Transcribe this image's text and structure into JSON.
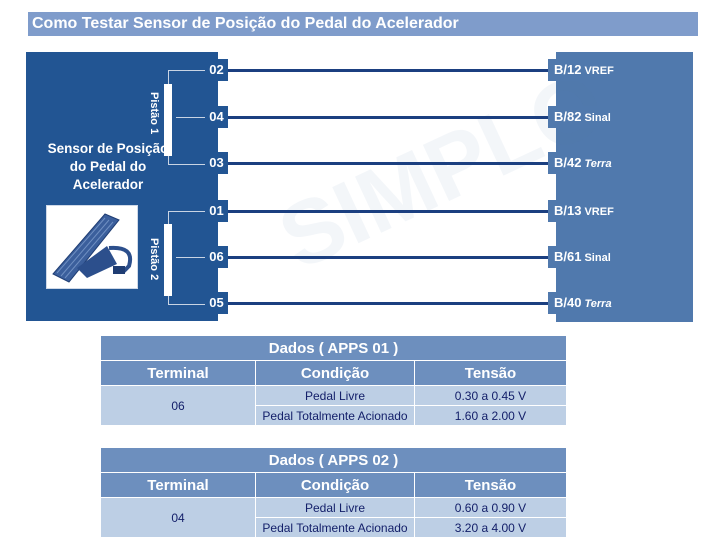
{
  "title": "Como Testar Sensor de Posição do Pedal do Acelerador",
  "sensor": {
    "name_lines": [
      "Sensor de Posição",
      "do Pedal do",
      "Acelerador"
    ],
    "track1": "Pistão 1",
    "track2": "Pistão 2"
  },
  "watermark": "SIMPLO",
  "wires": [
    {
      "pin": "02",
      "ecu": "B/12",
      "signal": "VREF"
    },
    {
      "pin": "04",
      "ecu": "B/82",
      "signal": "Sinal"
    },
    {
      "pin": "03",
      "ecu": "B/42",
      "signal": "Terra"
    },
    {
      "pin": "01",
      "ecu": "B/13",
      "signal": "VREF"
    },
    {
      "pin": "06",
      "ecu": "B/61",
      "signal": "Sinal"
    },
    {
      "pin": "05",
      "ecu": "B/40",
      "signal": "Terra"
    }
  ],
  "tables": [
    {
      "title": "Dados ( APPS 01 )",
      "headers": [
        "Terminal",
        "Condição",
        "Tensão"
      ],
      "terminal": "06",
      "rows": [
        {
          "cond": "Pedal Livre",
          "v": "0.30 a 0.45 V"
        },
        {
          "cond": "Pedal Totalmente Acionado",
          "v": "1.60 a 2.00 V"
        }
      ]
    },
    {
      "title": "Dados ( APPS 02 )",
      "headers": [
        "Terminal",
        "Condição",
        "Tensão"
      ],
      "terminal": "04",
      "rows": [
        {
          "cond": "Pedal Livre",
          "v": "0.60 a 0.90 V"
        },
        {
          "cond": "Pedal Totalmente Acionado",
          "v": "3.20 a 4.00 V"
        }
      ]
    }
  ]
}
